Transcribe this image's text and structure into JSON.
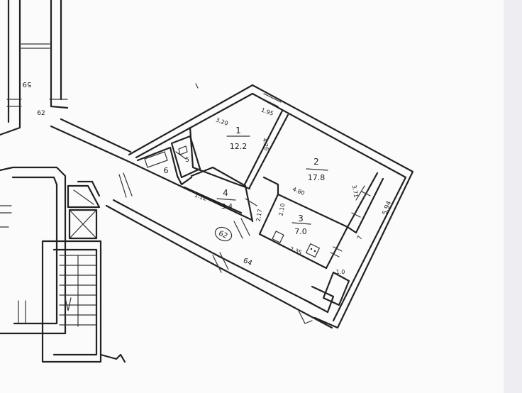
{
  "rooms": [
    {
      "number": "1",
      "area": "12.2"
    },
    {
      "number": "2",
      "area": "17.8"
    },
    {
      "number": "3",
      "area": "7.0"
    },
    {
      "number": "4",
      "area": "3.4"
    },
    {
      "number": "5",
      "area": ""
    },
    {
      "number": "6",
      "area": ""
    }
  ],
  "dimensions": {
    "room1_top": "3.20",
    "room1_corner": "1.95",
    "room1_side": "4.26",
    "room2_side": "4.80",
    "room2_right": "3.71",
    "room4_left": "1.12",
    "room4_right": "2.17",
    "room3_side": "2.10",
    "room3_bottom": "2.35",
    "outer_right": "5.94",
    "side_small": "1.0",
    "corridor_left": "59",
    "corridor_left_num": "62",
    "corridor_bottom": "64",
    "seven": "7"
  },
  "apartment_number": "62",
  "colors": {
    "ink": "#222222",
    "paper": "#fbfbfb"
  }
}
